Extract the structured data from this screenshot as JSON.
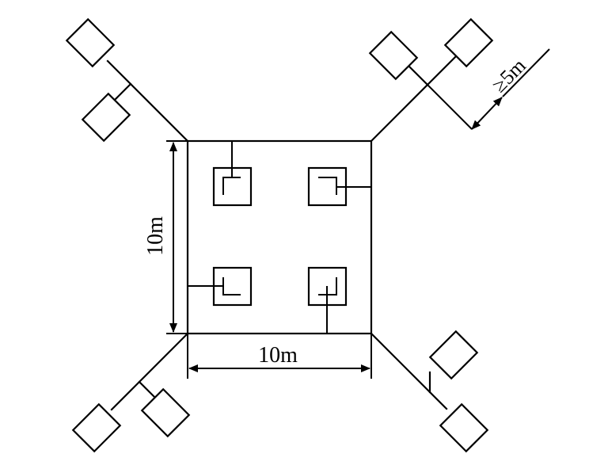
{
  "labels": {
    "width_label": "10m",
    "height_label": "10m",
    "spacing_label": "≥5m"
  },
  "colors": {
    "stroke": "#000000",
    "background": "#ffffff"
  }
}
